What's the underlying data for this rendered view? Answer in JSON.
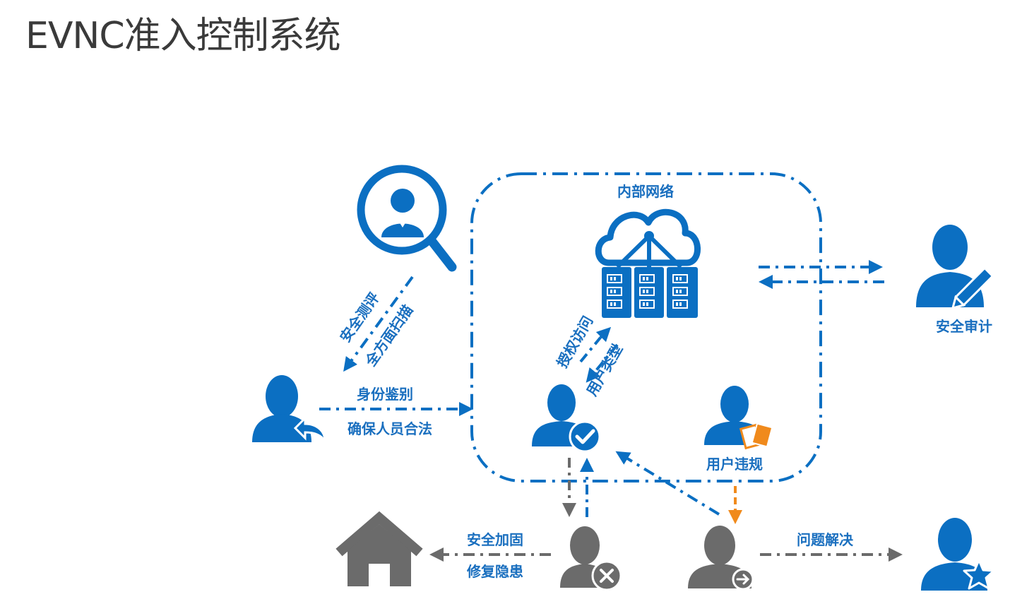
{
  "title": "EVNC准入控制系统",
  "colors": {
    "blue": "#0b6fc2",
    "gray": "#6b6b6b",
    "orange": "#f08a1c",
    "label_blue": "#1a6fbf"
  },
  "labels": {
    "internal_network": "内部网络",
    "security_evaluation": "安全测评",
    "full_scan": "全方面扫描",
    "authorized_access": "授权访问",
    "user_type": "用户类型",
    "identity_auth": "身份鉴别",
    "ensure_legal": "确保人员合法",
    "security_audit": "安全审计",
    "user_violation": "用户违规",
    "security_hardening": "安全加固",
    "fix_risks": "修复隐患",
    "problem_solved": "问题解决"
  },
  "icons": [
    "magnifier-user-icon",
    "cloud-network-icon",
    "server-rack-icon",
    "auditor-pen-icon",
    "user-return-icon",
    "user-verified-icon",
    "user-violation-cards-icon",
    "home-icon",
    "user-rejected-icon",
    "user-redirect-icon",
    "user-star-icon"
  ]
}
